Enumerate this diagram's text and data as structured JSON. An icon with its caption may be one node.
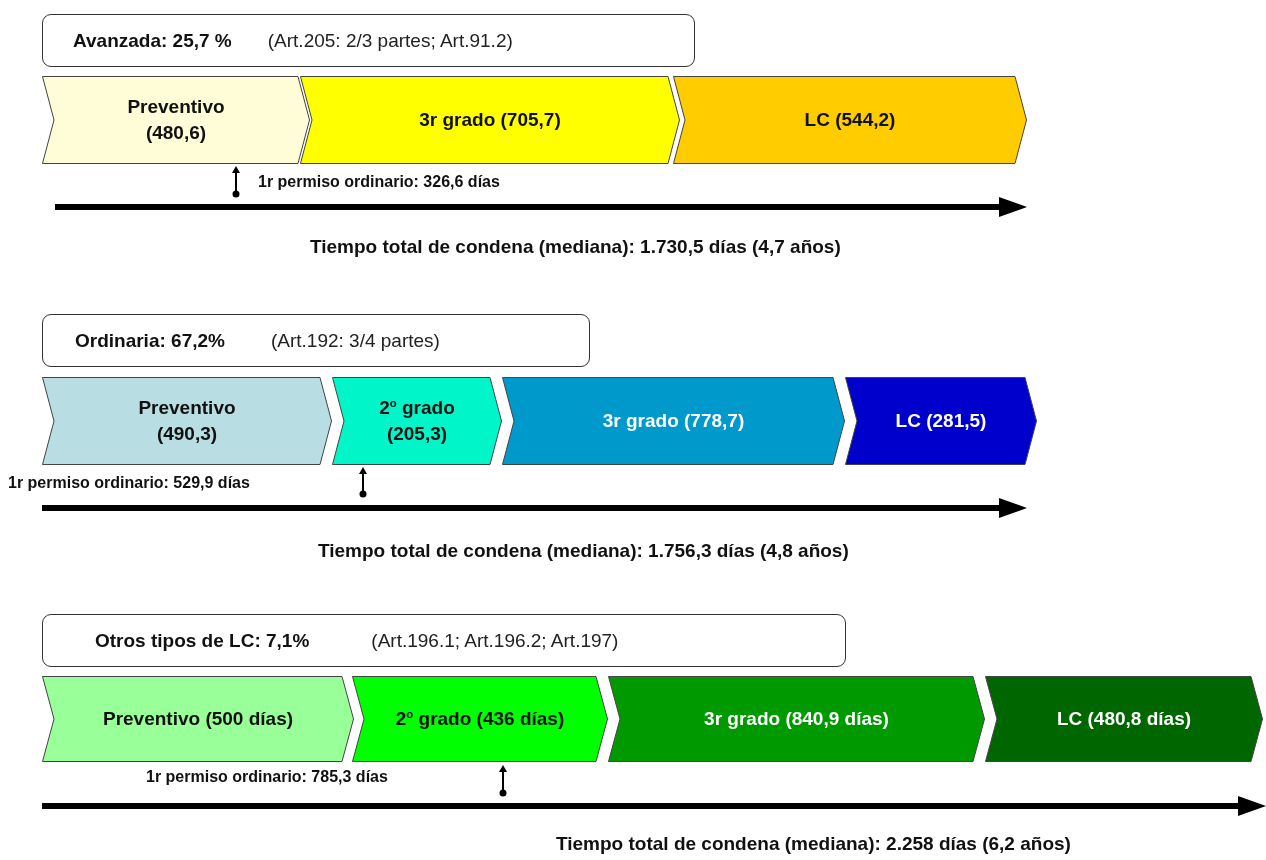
{
  "diagram": {
    "nodes": [
      {
        "text": [
          "Avanzada: 25,7 %",
          "(Art.205: 2/3 partes; Art.91.2)"
        ]
      },
      {
        "text": [
          "Preventivo (480,6)"
        ]
      },
      {
        "text": [
          "3r grado (705,7)"
        ]
      },
      {
        "text": [
          "LC (544,2)"
        ]
      },
      {
        "text": [
          "Ordinaria: 67,2%",
          "(Art.192: 3/4 partes)"
        ]
      },
      {
        "text": [
          "Preventivo (490,3)"
        ]
      },
      {
        "text": [
          "2$^{o}$ grado (205,3)"
        ]
      },
      {
        "text": [
          "3r grado (778,7)"
        ]
      },
      {
        "text": [
          "LC (281,5)"
        ]
      },
      {
        "text": [
          "Otros tipos de LC: 7,1%",
          "(Art.196.1; Art.196.2; Art.197)"
        ]
      },
      {
        "text": [
          "Preventivo (500 días)"
        ]
      },
      {
        "text": [
          "2$^{o}$ grado (436 días)"
        ]
      },
      {
        "text": [
          "3r grado (840,9 días)"
        ]
      },
      {
        "text": [
          "LC (480,8 días)"
        ]
      }
    ],
    "labels": [
      "1r permiso ordinario: 326,6 días",
      "Tiempo total de condena (mediana): 1.730,5 días (4,7 años)",
      "1r permiso ordinario: 529,9 días",
      "Tiempo total de condena (mediana): 1.756,3 días (4,8 años)",
      "1r permiso ordinario: 785,3 días",
      "Tiempo total de condena (mediana): 2.258 días (6,2 años)"
    ]
  }
}
